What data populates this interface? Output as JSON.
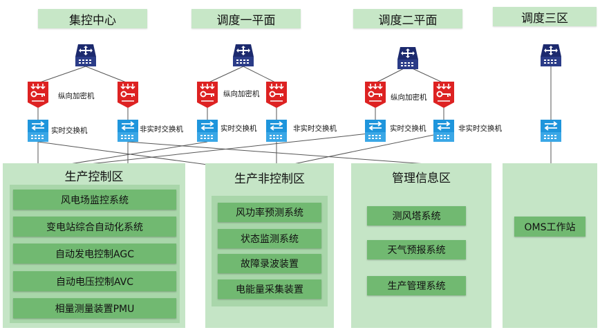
{
  "dispatch": [
    {
      "title": "集控中心"
    },
    {
      "title": "调度一平面"
    },
    {
      "title": "调度二平面"
    },
    {
      "title": "调度三区"
    }
  ],
  "device_labels": {
    "encryptor": "纵向加密机",
    "realtime_switch": "实时交换机",
    "nonrealtime_switch": "非实时交换机"
  },
  "zones": {
    "control": {
      "title": "生产控制区",
      "items": [
        "风电场监控系统",
        "变电站综合自动化系统",
        "自动发电控制AGC",
        "自动电压控制AVC",
        "相量测量装置PMU"
      ]
    },
    "noncontrol": {
      "title": "生产非控制区",
      "items": [
        "风功率预测系统",
        "状态监测系统",
        "故障录波装置",
        "电能量采集装置"
      ]
    },
    "mis": {
      "title": "管理信息区",
      "items": [
        "测风塔系统",
        "天气预报系统",
        "生产管理系统"
      ]
    },
    "zone3": {
      "items": [
        "OMS工作站"
      ]
    }
  },
  "colors": {
    "router": "#1c2a6e",
    "encryptor": "#dd2222",
    "switch": "#1e95dc",
    "label_bg": "#c7e7c7",
    "zone_bg": "#c5e5c6",
    "inner_bg": "#a9d6aa",
    "item_bg": "#71b971"
  }
}
